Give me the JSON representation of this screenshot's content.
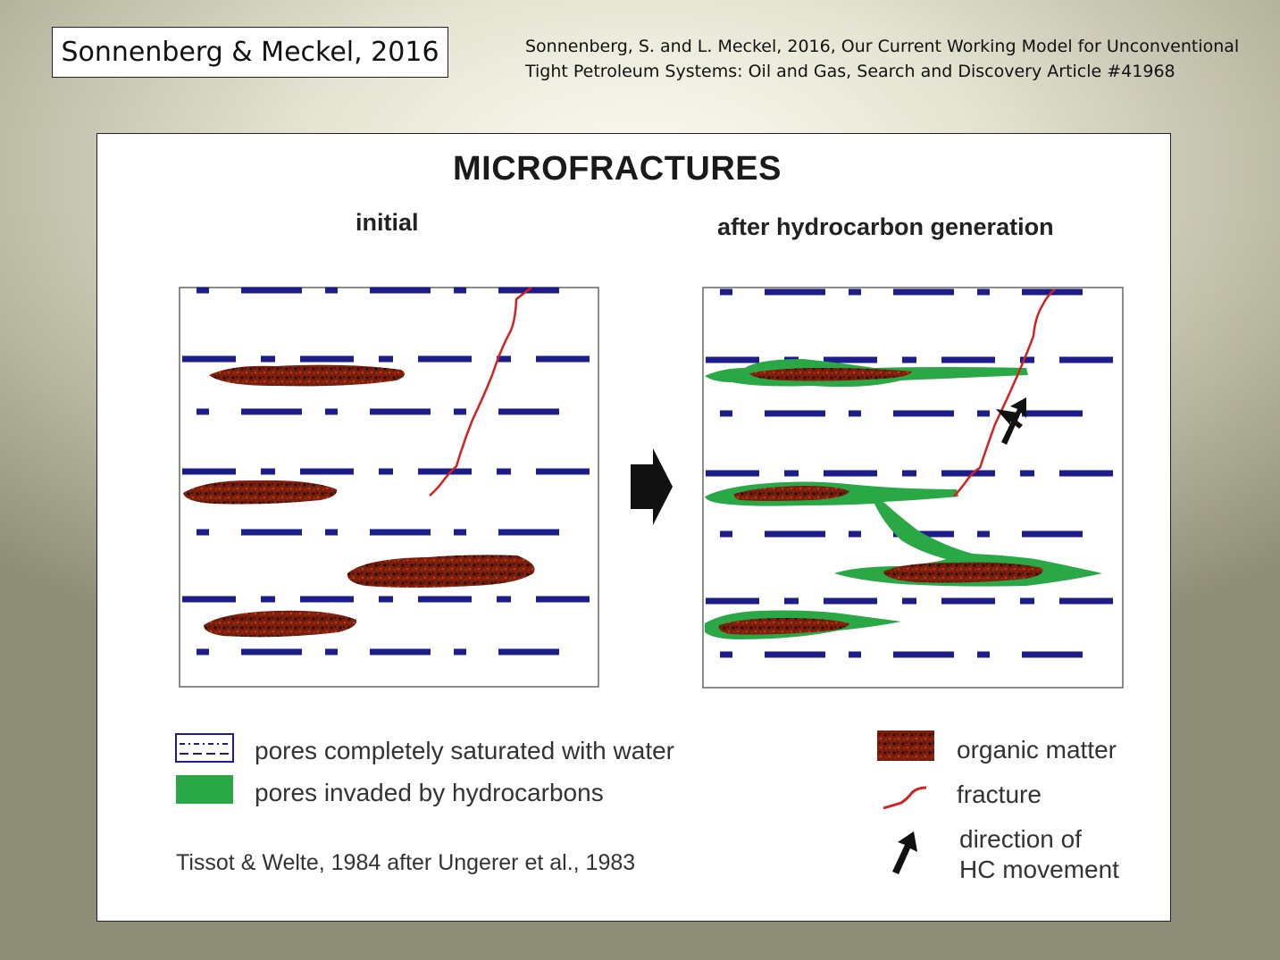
{
  "header": {
    "citation_box": "Sonnenberg & Meckel, 2016",
    "reference_line1": "Sonnenberg, S. and L. Meckel, 2016, Our Current Working Model for Unconventional",
    "reference_line2": "Tight Petroleum Systems: Oil and Gas, Search and Discovery Article #41968"
  },
  "figure": {
    "title": "MICROFRACTURES",
    "left_label": "initial",
    "right_label": "after hydrocarbon generation",
    "source": "Tissot & Welte, 1984 after Ungerer et al., 1983"
  },
  "legend": {
    "water_pores": "pores completely saturated with water",
    "hc_pores": "pores invaded by hydrocarbons",
    "organic_matter": "organic matter",
    "fracture": "fracture",
    "direction_line1": "direction of",
    "direction_line2": "HC movement"
  },
  "colors": {
    "pore_lines": "#1d1d8a",
    "hydrocarbon": "#2aa845",
    "organic": "#8a2410",
    "fracture": "#d42020",
    "arrow": "#111111"
  }
}
